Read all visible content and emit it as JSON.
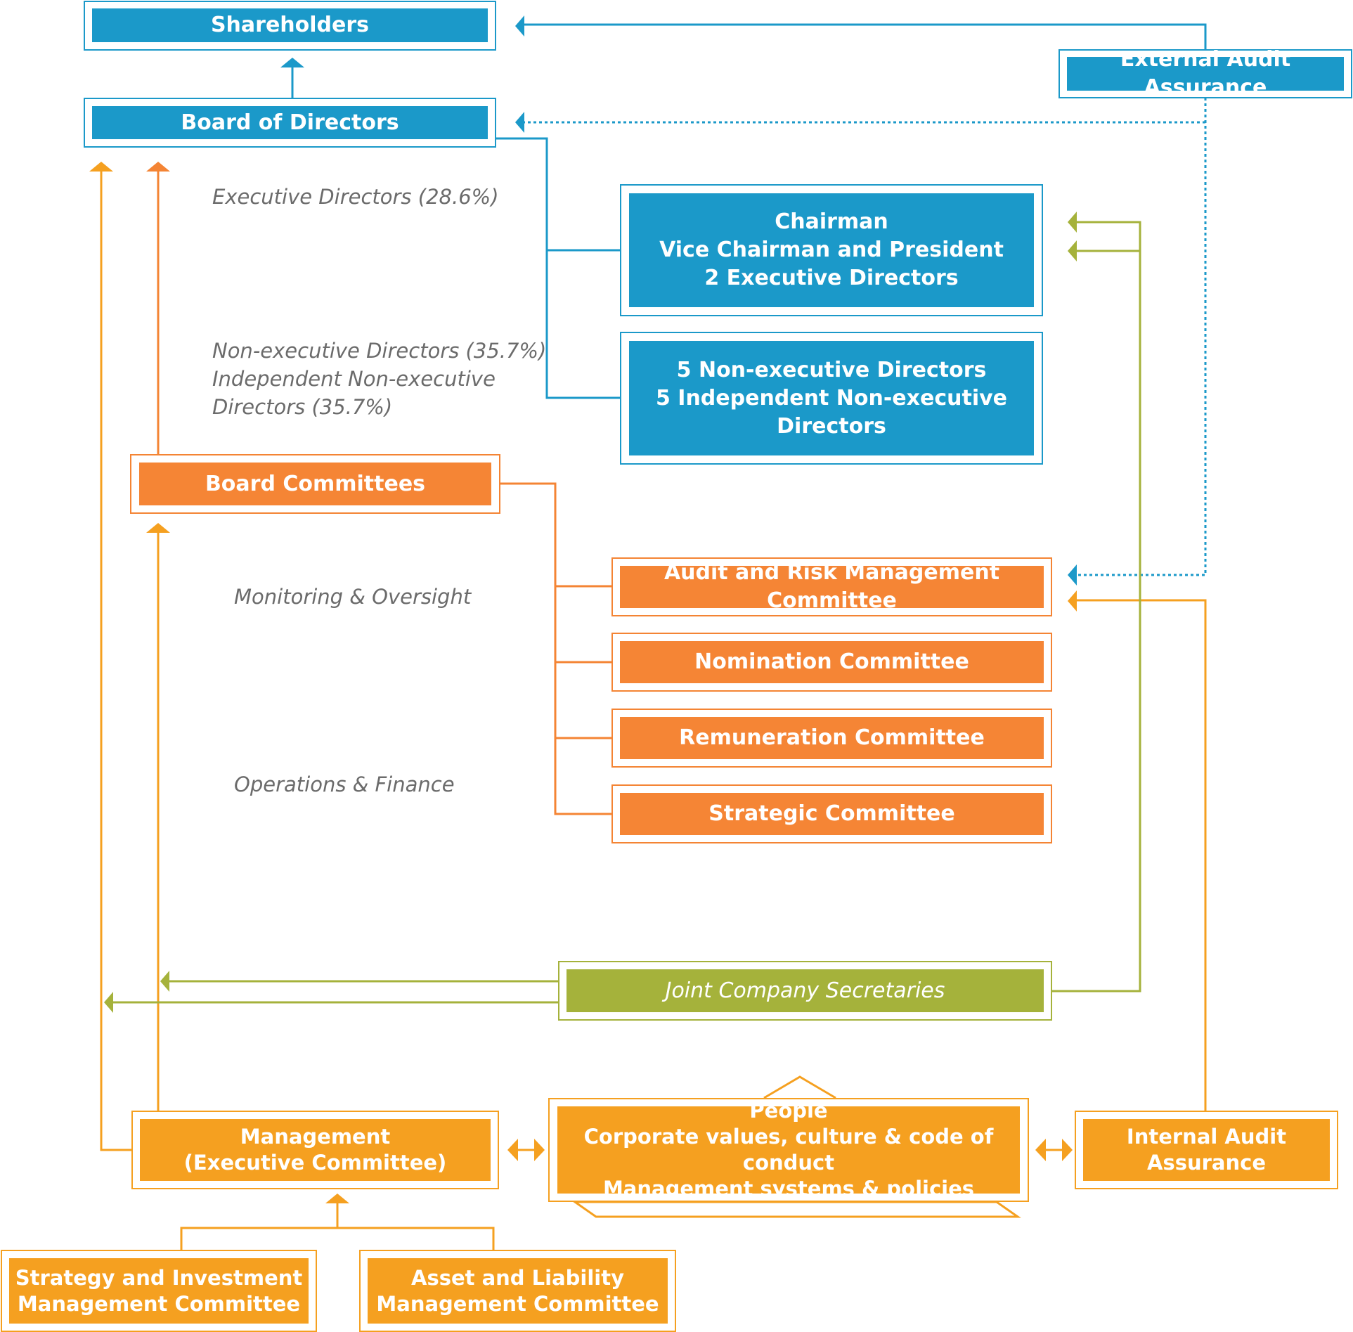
{
  "colors": {
    "blue": "#1b99c9",
    "orange": "#f58535",
    "amber": "#f5a020",
    "green": "#a5b23b",
    "note_text": "#6b6b6b"
  },
  "nodes": {
    "shareholders": "Shareholders",
    "external_audit": "External Audit Assurance",
    "board_of_directors": "Board of Directors",
    "executive_group": [
      "Chairman",
      "Vice Chairman and President",
      "2 Executive Directors"
    ],
    "non_executive_group": [
      "5 Non-executive Directors",
      "5 Independent Non-executive",
      "Directors"
    ],
    "board_committees": "Board Committees",
    "committees": [
      "Audit and Risk Management Committee",
      "Nomination Committee",
      "Remuneration Committee",
      "Strategic Committee"
    ],
    "joint_secretaries": "Joint Company Secretaries",
    "management": [
      "Management",
      "(Executive Committee)"
    ],
    "people": [
      "People",
      "Corporate values,  culture & code of conduct",
      "Management systems & policies"
    ],
    "internal_audit": [
      "Internal Audit",
      "Assurance"
    ],
    "strategy_committee": [
      "Strategy and Investment",
      "Management Committee"
    ],
    "asset_committee": [
      "Asset and Liability",
      "Management Committee"
    ]
  },
  "notes": {
    "executive": "Executive Directors (28.6%)",
    "non_executive": [
      "Non-executive Directors (35.7%)",
      "Independent Non-executive",
      "Directors (35.7%)"
    ],
    "monitoring": "Monitoring & Oversight",
    "operations": "Operations & Finance"
  }
}
